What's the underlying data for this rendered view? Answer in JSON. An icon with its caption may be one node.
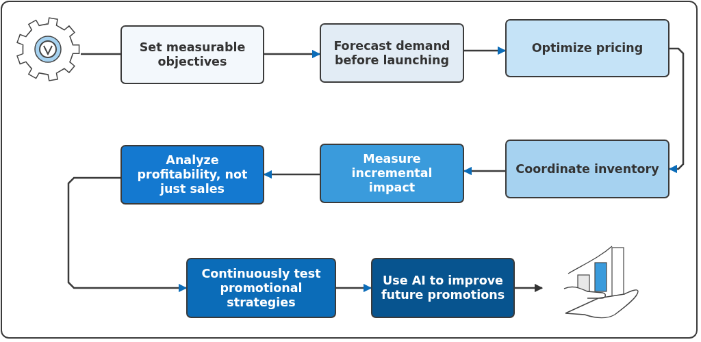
{
  "diagram": {
    "nodes": [
      {
        "text": [],
        "shape": "picture"
      },
      {
        "text": [
          "Set measurable objectives"
        ]
      },
      {
        "text": [
          "Forecast demand before launching"
        ]
      },
      {
        "text": [
          "Optimize pricing"
        ]
      },
      {
        "text": [
          "Coordinate inventory"
        ]
      },
      {
        "text": [
          "Measure incremental impact"
        ]
      },
      {
        "text": [
          "Analyze profitability, not just sales"
        ]
      },
      {
        "text": [
          "Continuously test promotional strategies"
        ]
      },
      {
        "text": [
          "Use AI to improve future promotions"
        ]
      },
      {
        "text": [],
        "shape": "picture"
      }
    ],
    "edges": [
      {
        "from": 0,
        "to": 1,
        "arrow": "none"
      },
      {
        "from": 1,
        "to": 2,
        "arrow": "to"
      },
      {
        "from": 2,
        "to": 3,
        "arrow": "to"
      },
      {
        "from": 3,
        "to": 4,
        "arrow": "to"
      },
      {
        "from": 4,
        "to": 5,
        "arrow": "to"
      },
      {
        "from": 5,
        "to": 6,
        "arrow": "to"
      },
      {
        "from": 6,
        "to": 7,
        "arrow": "to"
      },
      {
        "from": 7,
        "to": 8,
        "arrow": "to"
      },
      {
        "from": 8,
        "to": 9,
        "arrow": "to"
      }
    ]
  }
}
